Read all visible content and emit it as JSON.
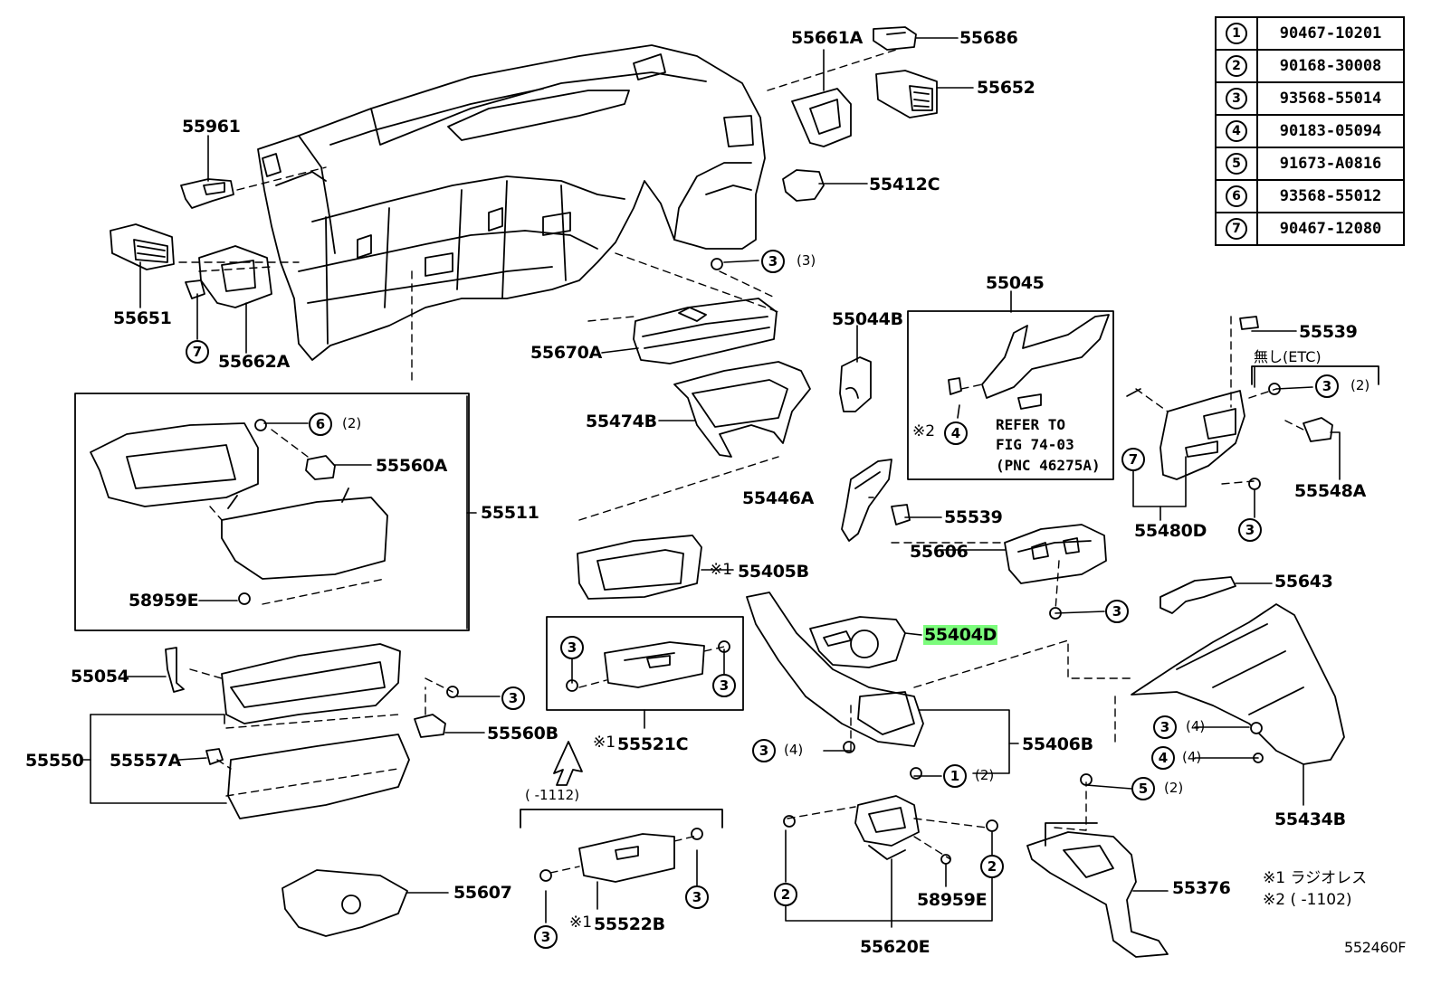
{
  "parts": {
    "p55661A": "55661A",
    "p55686": "55686",
    "p55652": "55652",
    "p55961": "55961",
    "p55412C": "55412C",
    "p55651": "55651",
    "p55662A": "55662A",
    "p55045": "55045",
    "p55044B": "55044B",
    "p55670A": "55670A",
    "p55539a": "55539",
    "p55474B": "55474B",
    "p55560A": "55560A",
    "p55548A": "55548A",
    "p55511": "55511",
    "p55446A": "55446A",
    "p55539b": "55539",
    "p55480D": "55480D",
    "p55606": "55606",
    "p55405B": "55405B",
    "p55643": "55643",
    "p58959E_a": "58959E",
    "p55404D": "55404D",
    "p55054": "55054",
    "p55406B": "55406B",
    "p55560B": "55560B",
    "p55550": "55550",
    "p55557A": "55557A",
    "p55521C": "55521C",
    "p55434B": "55434B",
    "p55376": "55376",
    "p55607": "55607",
    "p58959E_b": "58959E",
    "p55522B": "55522B",
    "p55620E": "55620E"
  },
  "callouts": {
    "c3_3a": "3",
    "q3_3a": "(3)",
    "c7_a": "7",
    "c6_a": "6",
    "q6_a": "(2)",
    "c4_a": "4",
    "c3_b": "3",
    "q3_b": "(2)",
    "c7_b": "7",
    "c3_c": "3",
    "c3_d": "3",
    "c3_e": "3",
    "c3_f": "3",
    "c3_g": "3",
    "c3_h": "3",
    "q3_h": "(4)",
    "c1_a": "1",
    "q1_a": "(2)",
    "c3_i": "3",
    "q3_i": "(4)",
    "c4_b": "4",
    "q4_b": "(4)",
    "c5_a": "5",
    "q5_a": "(2)",
    "c2_a": "2",
    "c2_b": "2",
    "c3_j": "3",
    "c3_k": "3"
  },
  "text": {
    "refer1": "REFER TO",
    "refer2": "FIG 74-03",
    "refer3": "(PNC 46275A)",
    "mark2": "※2",
    "mark1a": "※1",
    "mark1b": "※1",
    "mark1c": "※1",
    "nashi": "無し(ETC)",
    "range1112": "(      -1112)",
    "note1": "※1  ラジオレス",
    "note2": "※2 (      -1102)",
    "figid": "552460F"
  },
  "table": [
    {
      "n": "1",
      "v": "90467-10201"
    },
    {
      "n": "2",
      "v": "90168-30008"
    },
    {
      "n": "3",
      "v": "93568-55014"
    },
    {
      "n": "4",
      "v": "90183-05094"
    },
    {
      "n": "5",
      "v": "91673-A0816"
    },
    {
      "n": "6",
      "v": "93568-55012"
    },
    {
      "n": "7",
      "v": "90467-12080"
    }
  ],
  "highlight_color": "#7CFC7C"
}
